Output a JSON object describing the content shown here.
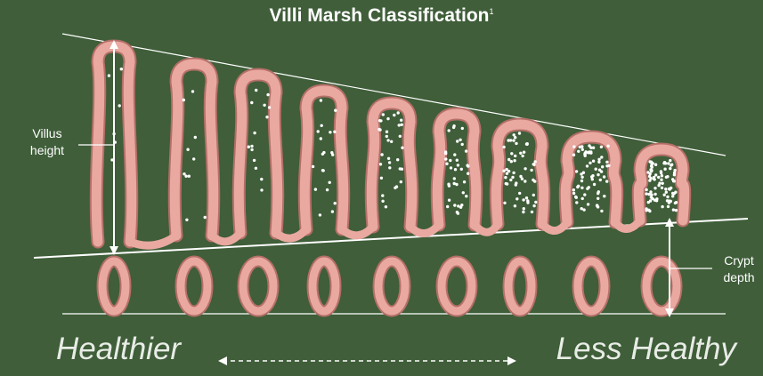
{
  "title": "Villi Marsh Classification",
  "title_superscript": "1",
  "labels": {
    "villus_height": [
      "Villus",
      "height"
    ],
    "crypt_depth": [
      "Crypt",
      "depth"
    ]
  },
  "scale": {
    "left": "Healthier",
    "right": "Less Healthy"
  },
  "colors": {
    "background": "#3f5e39",
    "villus_outline": "#e9a8a0",
    "villus_edge": "#b46f68",
    "cell_dots": "#ffffff",
    "guide_lines": "#ffffff"
  },
  "villi_count": 9
}
